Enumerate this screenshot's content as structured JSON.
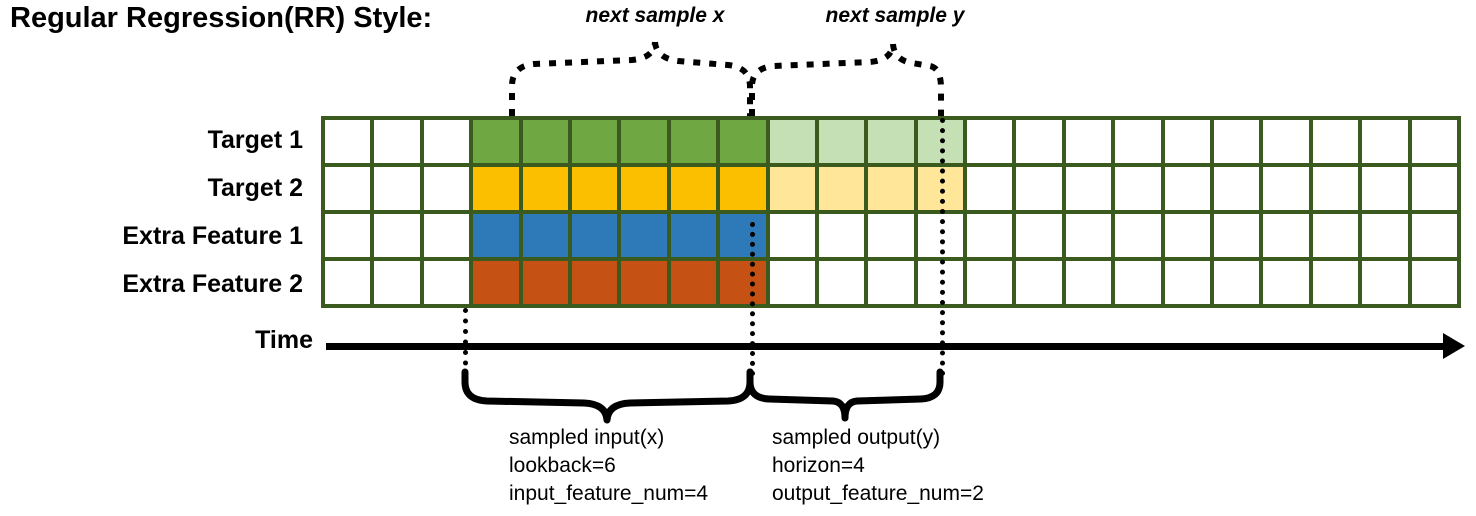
{
  "title": "Regular Regression(RR) Style:",
  "rows": [
    {
      "label": "Target 1"
    },
    {
      "label": "Target 2"
    },
    {
      "label": "Extra Feature 1"
    },
    {
      "label": "Extra Feature 2"
    }
  ],
  "axis": {
    "label": "Time"
  },
  "grid": {
    "columns": 23,
    "rows": 4,
    "border_color": "#3B5A1E",
    "input_start_col": 4,
    "input_end_col": 9,
    "output_start_col": 10,
    "output_end_col": 13,
    "cell_colors": {
      "empty": "#FFFFFF",
      "target1_input": "#6FA842",
      "target2_input": "#FBBF00",
      "extra1_input": "#2E7AB8",
      "extra2_input": "#C55214",
      "target1_output": "#C5E0B4",
      "target2_output": "#FFE699"
    },
    "matrix": [
      [
        "empty",
        "empty",
        "empty",
        "target1_input",
        "target1_input",
        "target1_input",
        "target1_input",
        "target1_input",
        "target1_input",
        "target1_output",
        "target1_output",
        "target1_output",
        "target1_output",
        "empty",
        "empty",
        "empty",
        "empty",
        "empty",
        "empty",
        "empty",
        "empty",
        "empty",
        "empty"
      ],
      [
        "empty",
        "empty",
        "empty",
        "target2_input",
        "target2_input",
        "target2_input",
        "target2_input",
        "target2_input",
        "target2_input",
        "target2_output",
        "target2_output",
        "target2_output",
        "target2_output",
        "empty",
        "empty",
        "empty",
        "empty",
        "empty",
        "empty",
        "empty",
        "empty",
        "empty",
        "empty"
      ],
      [
        "empty",
        "empty",
        "empty",
        "extra1_input",
        "extra1_input",
        "extra1_input",
        "extra1_input",
        "extra1_input",
        "extra1_input",
        "empty",
        "empty",
        "empty",
        "empty",
        "empty",
        "empty",
        "empty",
        "empty",
        "empty",
        "empty",
        "empty",
        "empty",
        "empty",
        "empty"
      ],
      [
        "empty",
        "empty",
        "empty",
        "extra2_input",
        "extra2_input",
        "extra2_input",
        "extra2_input",
        "extra2_input",
        "extra2_input",
        "empty",
        "empty",
        "empty",
        "empty",
        "empty",
        "empty",
        "empty",
        "empty",
        "empty",
        "empty",
        "empty",
        "empty",
        "empty",
        "empty"
      ]
    ]
  },
  "annotations": {
    "top_left": "next sample x",
    "top_right": "next sample y"
  },
  "bottom_left": {
    "line1": "sampled input(x)",
    "line2": "lookback=6",
    "line3": "input_feature_num=4"
  },
  "bottom_right": {
    "line1": "sampled output(y)",
    "line2": "horizon=4",
    "line3": "output_feature_num=2"
  }
}
